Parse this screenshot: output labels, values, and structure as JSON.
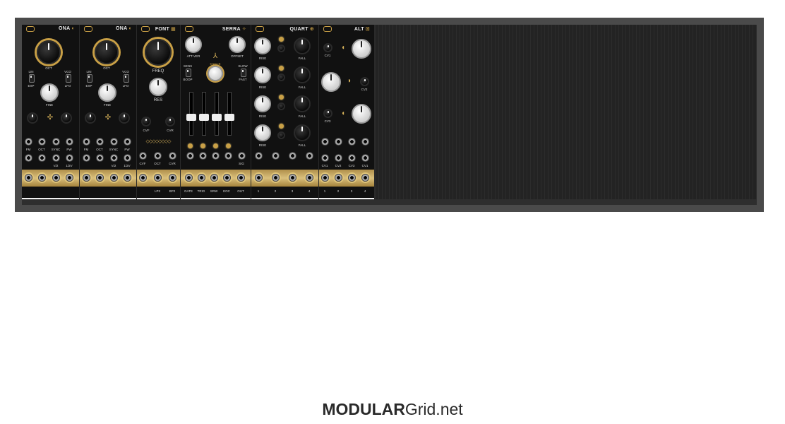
{
  "rack": {
    "modules": [
      {
        "name": "ONA",
        "glyph": "◐",
        "labels": [
          "OCT",
          "LIN",
          "VCO",
          "EXP",
          "LFO",
          "FINE",
          "FM",
          "OCT",
          "SYNC",
          "PW",
          "V/2",
          "1/2V"
        ]
      },
      {
        "name": "ONA",
        "glyph": "◐",
        "labels": [
          "OCT",
          "LIN",
          "VCO",
          "EXP",
          "LFO",
          "FINE",
          "FM",
          "OCT",
          "SYNC",
          "PW",
          "V/2",
          "1/2V"
        ]
      },
      {
        "name": "FONT",
        "glyph": "▦",
        "labels": [
          "FREQ",
          "RES",
          "CVF",
          "CVR",
          "CVF",
          "OCT",
          "CVR",
          "LP2",
          "BP2"
        ]
      },
      {
        "name": "SERRA",
        "glyph": "✧",
        "labels": [
          "ATT-VER",
          "OFFSET",
          "SLOW",
          "FAST",
          "SENS",
          "CYCLE",
          "BOOP",
          "GATE",
          "TRIG",
          "SRW",
          "EOC",
          "OUT",
          "SIG"
        ]
      },
      {
        "name": "QUART",
        "glyph": "⊕",
        "labels": [
          "RISE",
          "FALL",
          "RISE",
          "FALL",
          "RISE",
          "FALL",
          "RISE",
          "FALL",
          "1",
          "2",
          "3",
          "4"
        ]
      },
      {
        "name": "ALT",
        "glyph": "⊡",
        "labels": [
          "CV1",
          "CV2",
          "CV3",
          "CV1",
          "CV2",
          "CV3",
          "CV1",
          "1",
          "2",
          "3",
          "4"
        ]
      }
    ]
  },
  "footer": {
    "brand_bold": "MODULAR",
    "brand_regular": "Grid.net"
  }
}
